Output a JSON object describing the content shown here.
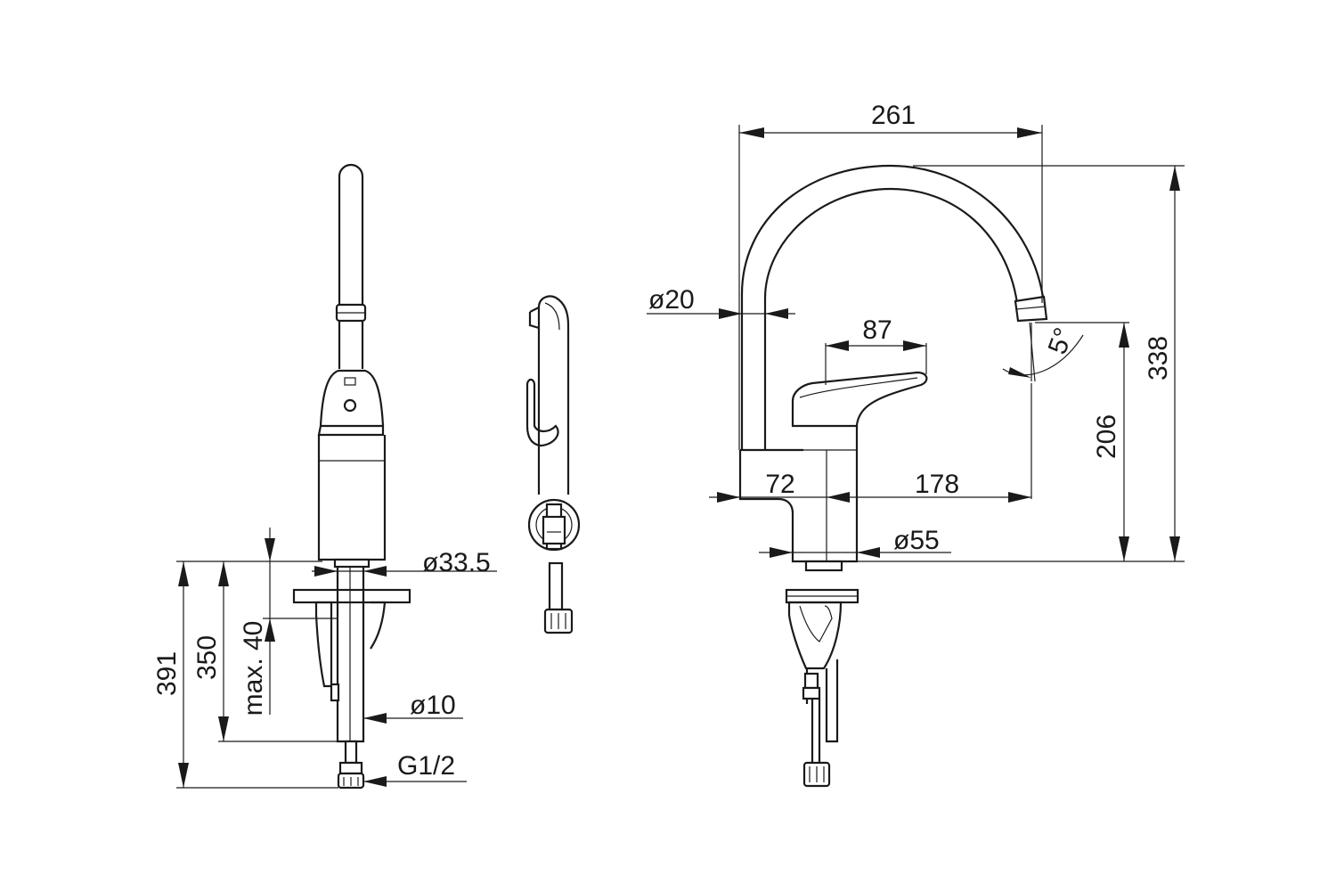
{
  "dimensions": {
    "width_261": "261",
    "height_338": "338",
    "diameter_20": "ø20",
    "lever_87": "87",
    "angle_5": "5°",
    "height_206": "206",
    "depth_72": "72",
    "reach_178": "178",
    "diameter_55": "ø55",
    "diameter_33_5": "ø33.5",
    "depth_391": "391",
    "depth_350": "350",
    "max_40": "max. 40",
    "diameter_10": "ø10",
    "thread_g12": "G1/2"
  },
  "colors": {
    "line": "#1a1a1a",
    "background": "#ffffff"
  }
}
